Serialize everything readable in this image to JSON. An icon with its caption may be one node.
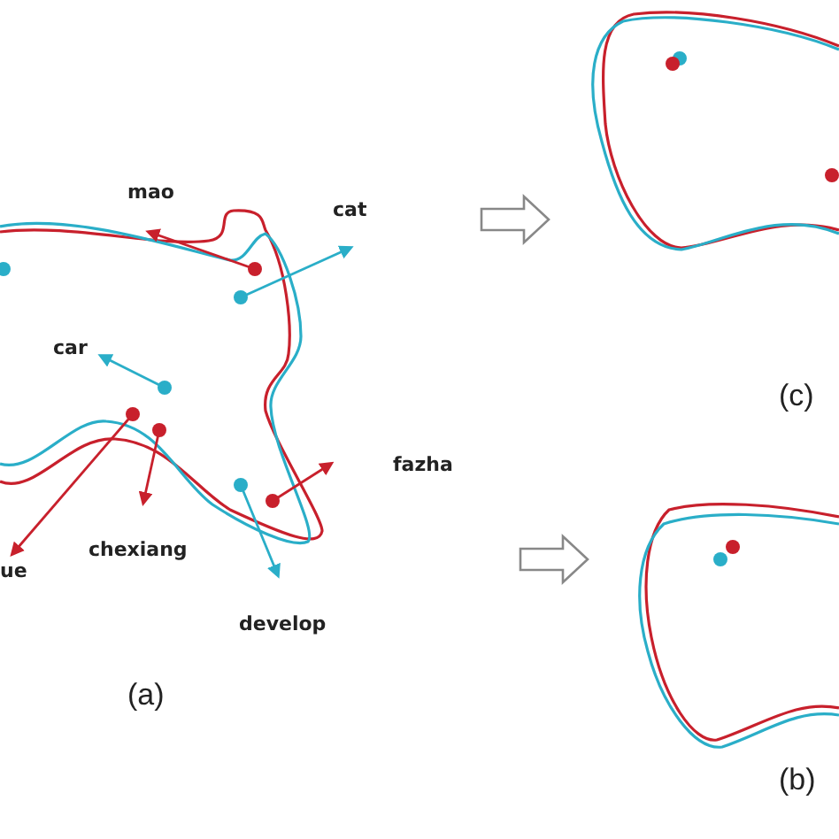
{
  "diagram": {
    "labels": [
      "mao",
      "cat",
      "car",
      "fazha",
      "ue",
      "chexiang",
      "develop",
      "(a)",
      "(c)",
      "(b)"
    ]
  }
}
